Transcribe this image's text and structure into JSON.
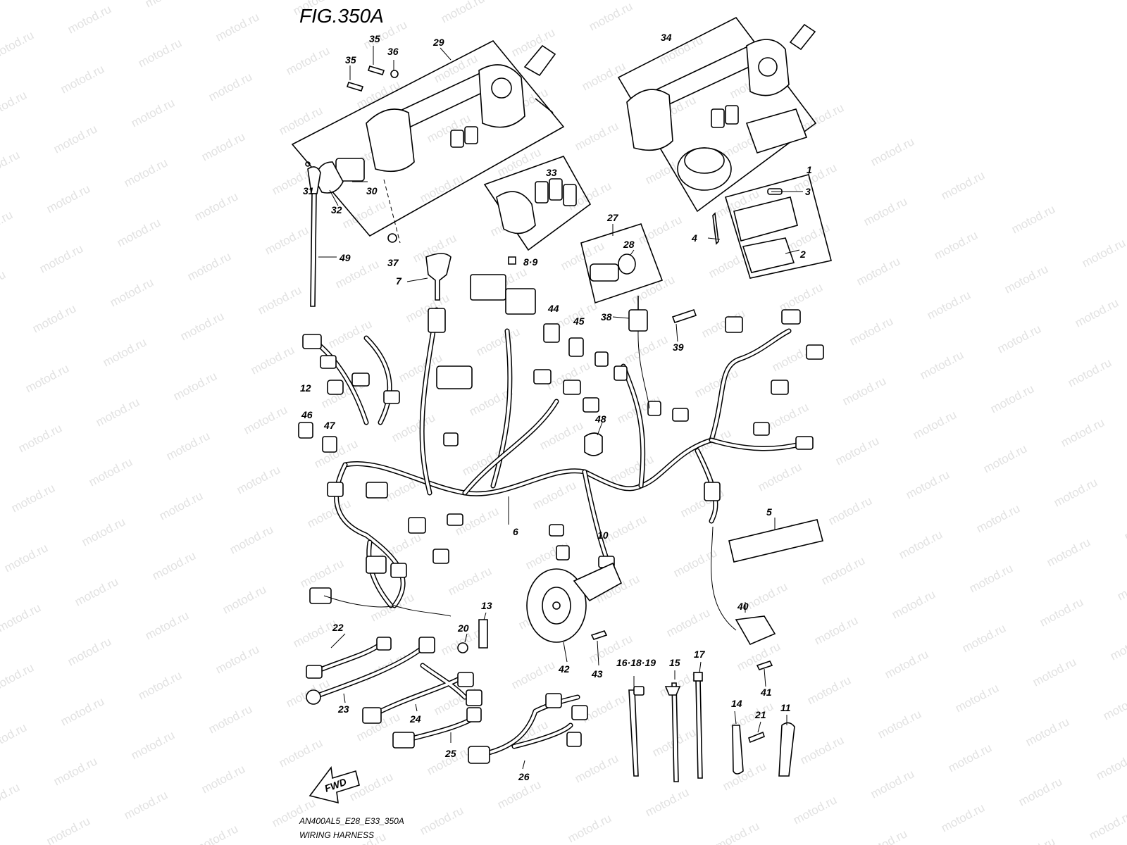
{
  "header": {
    "figure_title": "FIG.350A"
  },
  "footer": {
    "model_code": "AN400AL5_E28_E33_350A",
    "section_name": "WIRING HARNESS"
  },
  "fwd_arrow": {
    "label": "FWD"
  },
  "watermark": {
    "text": "motod.ru"
  },
  "part_labels": [
    "1",
    "2",
    "3",
    "4",
    "5",
    "6",
    "7",
    "8·9",
    "10",
    "11",
    "12",
    "13",
    "14",
    "15",
    "16·18·19",
    "17",
    "20",
    "21",
    "22",
    "23",
    "24",
    "25",
    "26",
    "27",
    "28",
    "29",
    "30",
    "31",
    "32",
    "33",
    "34",
    "35",
    "35",
    "36",
    "37",
    "38",
    "39",
    "40",
    "41",
    "42",
    "43",
    "44",
    "45",
    "46",
    "47",
    "48",
    "49"
  ]
}
